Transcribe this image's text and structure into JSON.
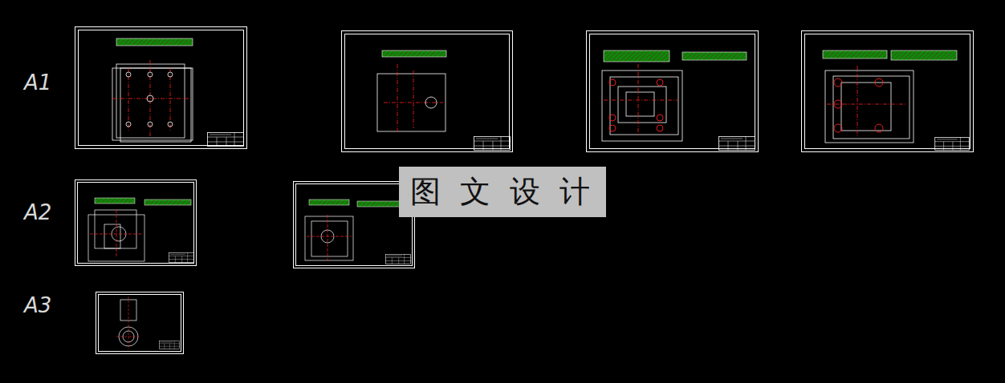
{
  "diagram": {
    "nodes": [
      {
        "text": [
          "图 文 设 计"
        ]
      }
    ],
    "labels": [
      "A1",
      "A2",
      "A3"
    ]
  }
}
